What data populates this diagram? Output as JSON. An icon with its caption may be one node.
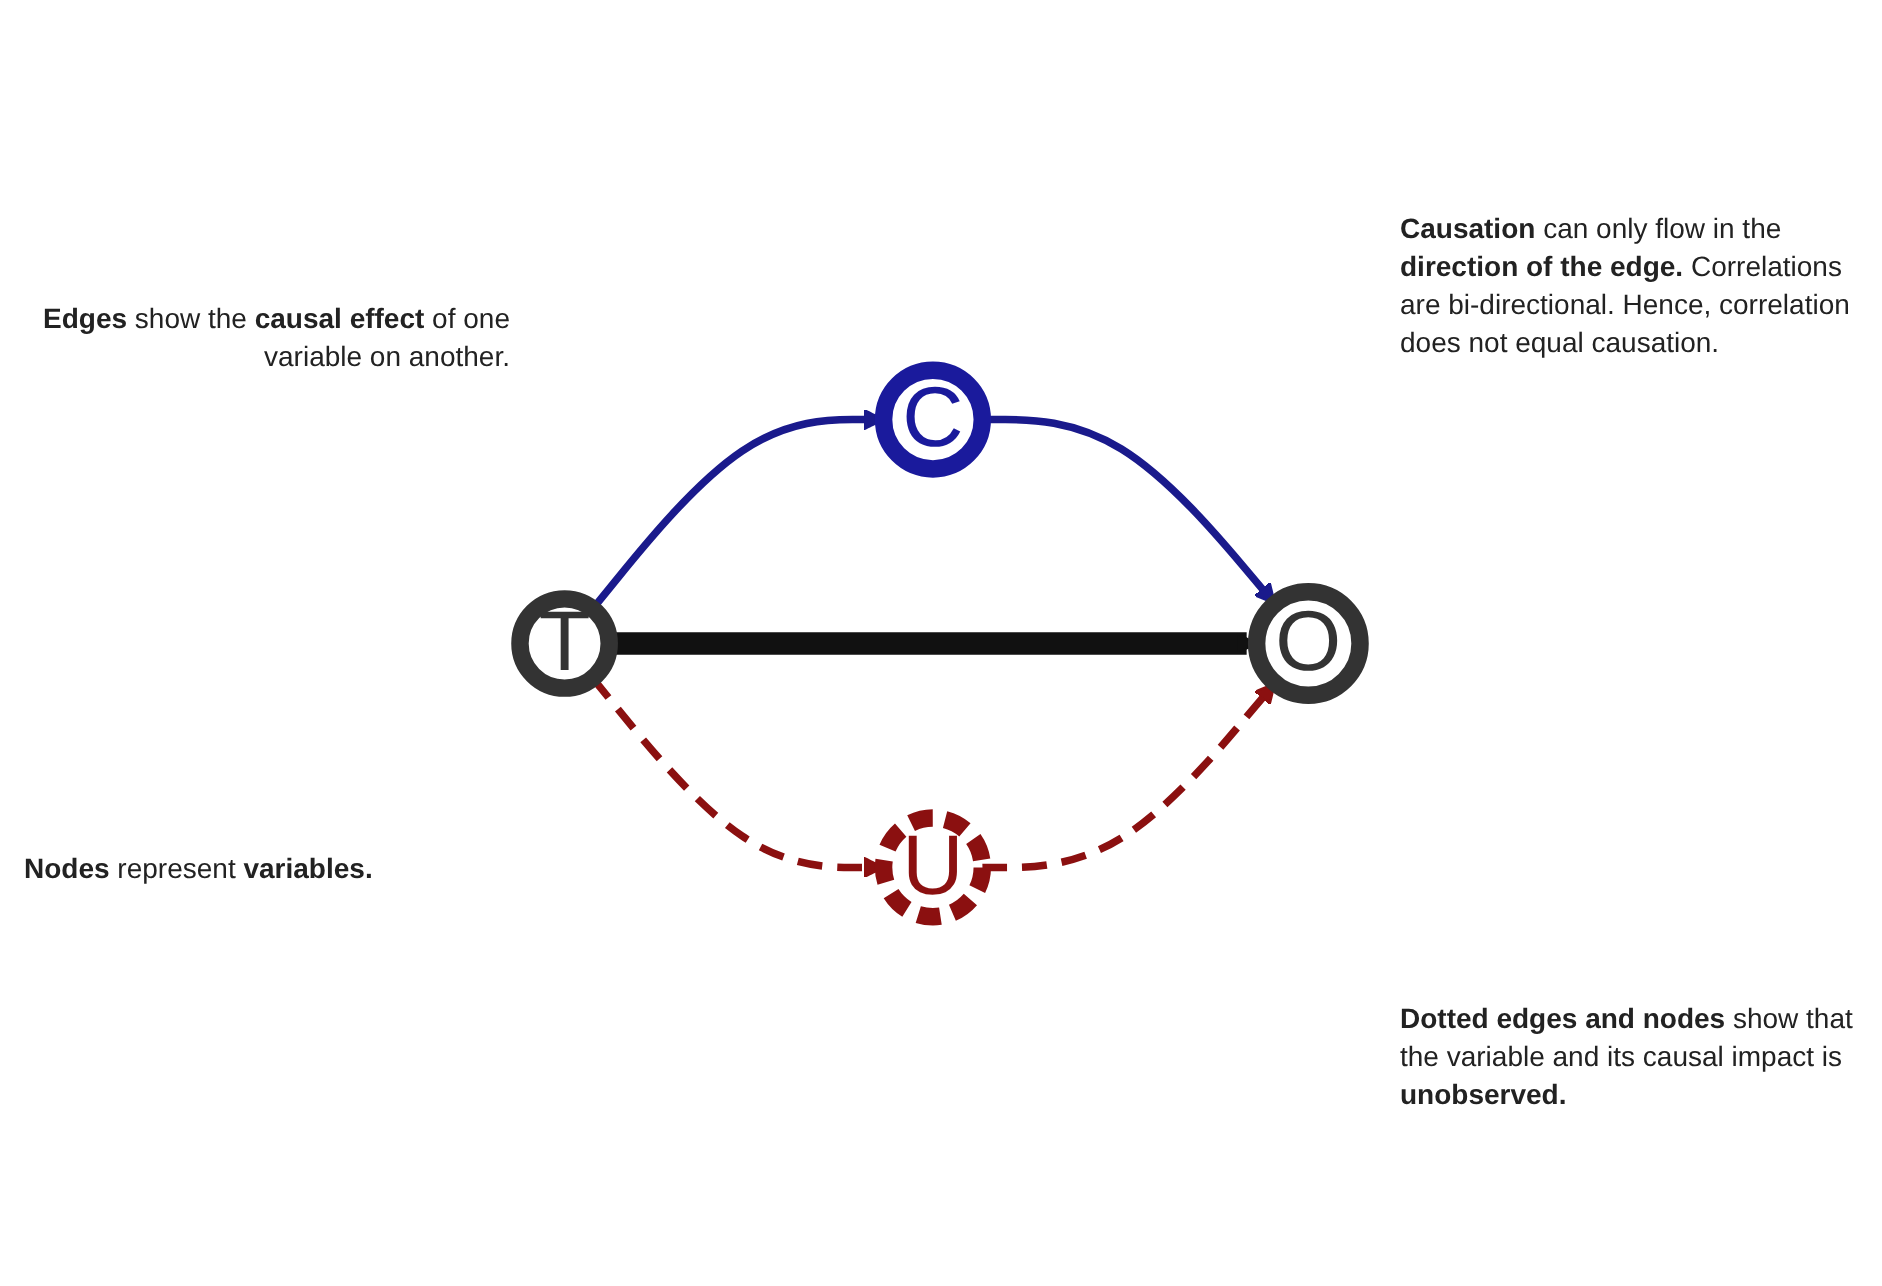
{
  "diagram": {
    "nodes": [
      {
        "text": [
          "C"
        ]
      },
      {
        "text": [
          "T"
        ]
      },
      {
        "text": [
          "O"
        ]
      },
      {
        "text": [
          "U"
        ]
      }
    ],
    "edges": [
      {
        "from": 1,
        "to": 0,
        "arrow": "to",
        "color": "#1a1a8c"
      },
      {
        "from": 0,
        "to": 2,
        "arrow": "to",
        "color": "#1a1a8c"
      },
      {
        "from": 1,
        "to": 2,
        "arrow": "to",
        "style": "thick",
        "color": "#111111"
      },
      {
        "from": 1,
        "to": 3,
        "arrow": "to",
        "style": "dashed",
        "color": "#8b1010"
      },
      {
        "from": 3,
        "to": 2,
        "arrow": "to",
        "style": "dashed",
        "color": "#8b1010"
      }
    ],
    "labels": [
      "**Edges** show the **causal effect** of one variable on another.",
      "**Causation** can only flow in the **direction of the edge.** Correlations are bi-directional. Hence, correlation does not equal causation.",
      "**Nodes** represent **variables.**",
      "**Dotted edges and nodes** show that the variable and its causal impact is **unobserved.**"
    ]
  }
}
